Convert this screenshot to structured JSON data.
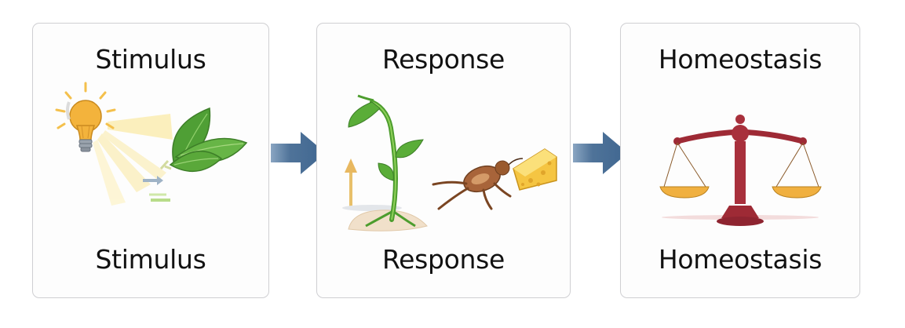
{
  "diagram": {
    "panels": [
      {
        "id": "stimulus",
        "title": "Stimulus",
        "caption": "Stimulus",
        "illustration": "lightbulb-shining-on-leaves-icon"
      },
      {
        "id": "response",
        "title": "Response",
        "caption": "Response",
        "illustration": "plant-growing-and-insect-to-cheese-icon"
      },
      {
        "id": "homeostasis",
        "title": "Homeostasis",
        "caption": "Homeostasis",
        "illustration": "balance-scale-icon"
      }
    ],
    "connectors": [
      {
        "from": "stimulus",
        "to": "response",
        "icon": "right-arrow-icon"
      },
      {
        "from": "response",
        "to": "homeostasis",
        "icon": "right-arrow-icon"
      }
    ],
    "colors": {
      "arrow": "#476d96",
      "panel_border": "#cfcfd2",
      "bulb": "#f3b33c",
      "leaf": "#5aa83a",
      "scale": "#9e2a35",
      "pan": "#f0b040",
      "cheese": "#f5c542",
      "insect": "#9a5a2e"
    }
  }
}
